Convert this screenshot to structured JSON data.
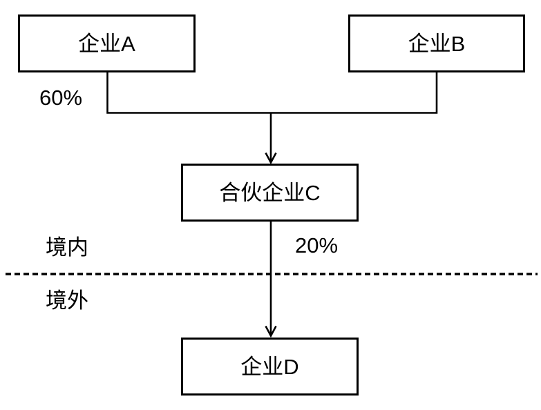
{
  "diagram_title": "ownership-structure",
  "nodes": [
    {
      "id": "enterprise-a",
      "label": "企业A"
    },
    {
      "id": "enterprise-b",
      "label": "企业B"
    },
    {
      "id": "partnership-c",
      "label": "合伙企业C"
    },
    {
      "id": "enterprise-d",
      "label": "企业D"
    }
  ],
  "edges": [
    {
      "from": "enterprise-a",
      "to": "partnership-c",
      "label": "60%"
    },
    {
      "from": "enterprise-b",
      "to": "partnership-c",
      "label": ""
    },
    {
      "from": "partnership-c",
      "to": "enterprise-d",
      "label": "20%"
    }
  ],
  "regions": {
    "domestic_label": "境内",
    "overseas_label": "境外"
  },
  "colors": {
    "line": "#000000",
    "text": "#000000",
    "background": "#ffffff",
    "box_fill": "#ffffff"
  }
}
